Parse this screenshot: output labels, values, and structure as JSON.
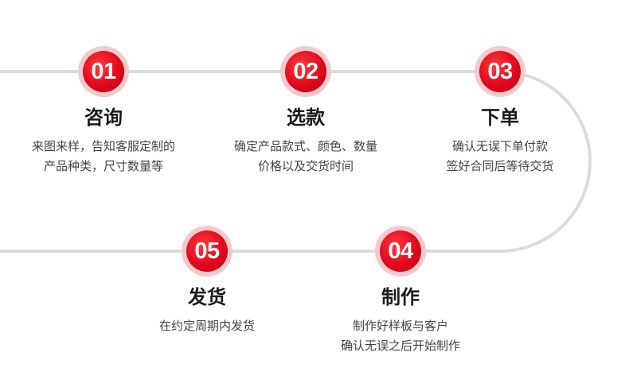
{
  "colors": {
    "track": "#dcdcdc",
    "badge_ring": "#f6c9cc",
    "badge_fill": "#e0081c",
    "title": "#1a1a1a",
    "desc": "#444444"
  },
  "steps": [
    {
      "number": "01",
      "title": "咨询",
      "desc_lines": [
        "来图来样，告知客服定制的",
        "产品种类，尺寸数量等"
      ]
    },
    {
      "number": "02",
      "title": "选款",
      "desc_lines": [
        "确定产品款式、颜色、数量",
        "价格以及交货时间"
      ]
    },
    {
      "number": "03",
      "title": "下单",
      "desc_lines": [
        "确认无误下单付款",
        "签好合同后等待交货"
      ]
    },
    {
      "number": "04",
      "title": "制作",
      "desc_lines": [
        "制作好样板与客户",
        "确认无误之后开始制作"
      ]
    },
    {
      "number": "05",
      "title": "发货",
      "desc_lines": [
        "在约定周期内发货"
      ]
    }
  ]
}
